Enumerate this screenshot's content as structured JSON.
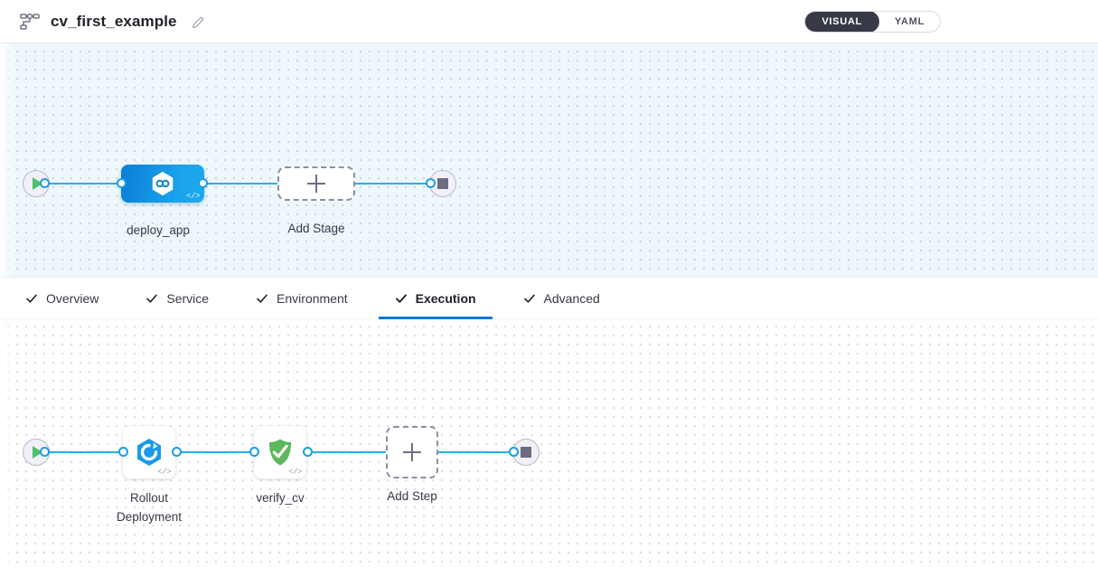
{
  "header": {
    "pipeline_icon": "pipeline-graph-icon",
    "title": "cv_first_example",
    "edit_icon": "pencil-icon",
    "view_toggle": {
      "active": "VISUAL",
      "options": [
        {
          "label": "VISUAL",
          "selected": true
        },
        {
          "label": "YAML",
          "selected": false
        }
      ]
    }
  },
  "stage_canvas": {
    "start_node": {
      "name": "start-node",
      "icon": "play-icon"
    },
    "end_node": {
      "name": "end-node",
      "icon": "stop-icon"
    },
    "stages": [
      {
        "label": "deploy_app",
        "icon": "hexagon-infinity-icon",
        "badge": "code-icon",
        "selected": true
      }
    ],
    "add_stage": {
      "label": "Add Stage",
      "icon": "plus-icon"
    }
  },
  "tabs": [
    {
      "label": "Overview",
      "icon": "check-icon",
      "active": false
    },
    {
      "label": "Service",
      "icon": "check-icon",
      "active": false
    },
    {
      "label": "Environment",
      "icon": "check-icon",
      "active": false
    },
    {
      "label": "Execution",
      "icon": "check-icon",
      "active": true
    },
    {
      "label": "Advanced",
      "icon": "check-icon",
      "active": false
    }
  ],
  "step_canvas": {
    "start_node": {
      "name": "start-node",
      "icon": "play-icon"
    },
    "end_node": {
      "name": "end-node",
      "icon": "stop-icon"
    },
    "steps": [
      {
        "label_line1": "Rollout",
        "label_line2": "Deployment",
        "icon": "rollout-deployment-icon",
        "badge": "code-icon"
      },
      {
        "label_line1": "verify_cv",
        "label_line2": "",
        "icon": "green-shield-check-icon",
        "badge": "code-icon"
      }
    ],
    "add_step": {
      "label": "Add Step",
      "icon": "plus-icon"
    }
  },
  "colors": {
    "accent_blue": "#0278d5",
    "flow_blue": "#26b0e8",
    "stage_blue": "#1197e4",
    "verify_green": "#4caf50",
    "toggle_dark": "#383946",
    "canvas_top_bg": "#eef8fc",
    "canvas_bottom_bg": "#ffffff"
  }
}
